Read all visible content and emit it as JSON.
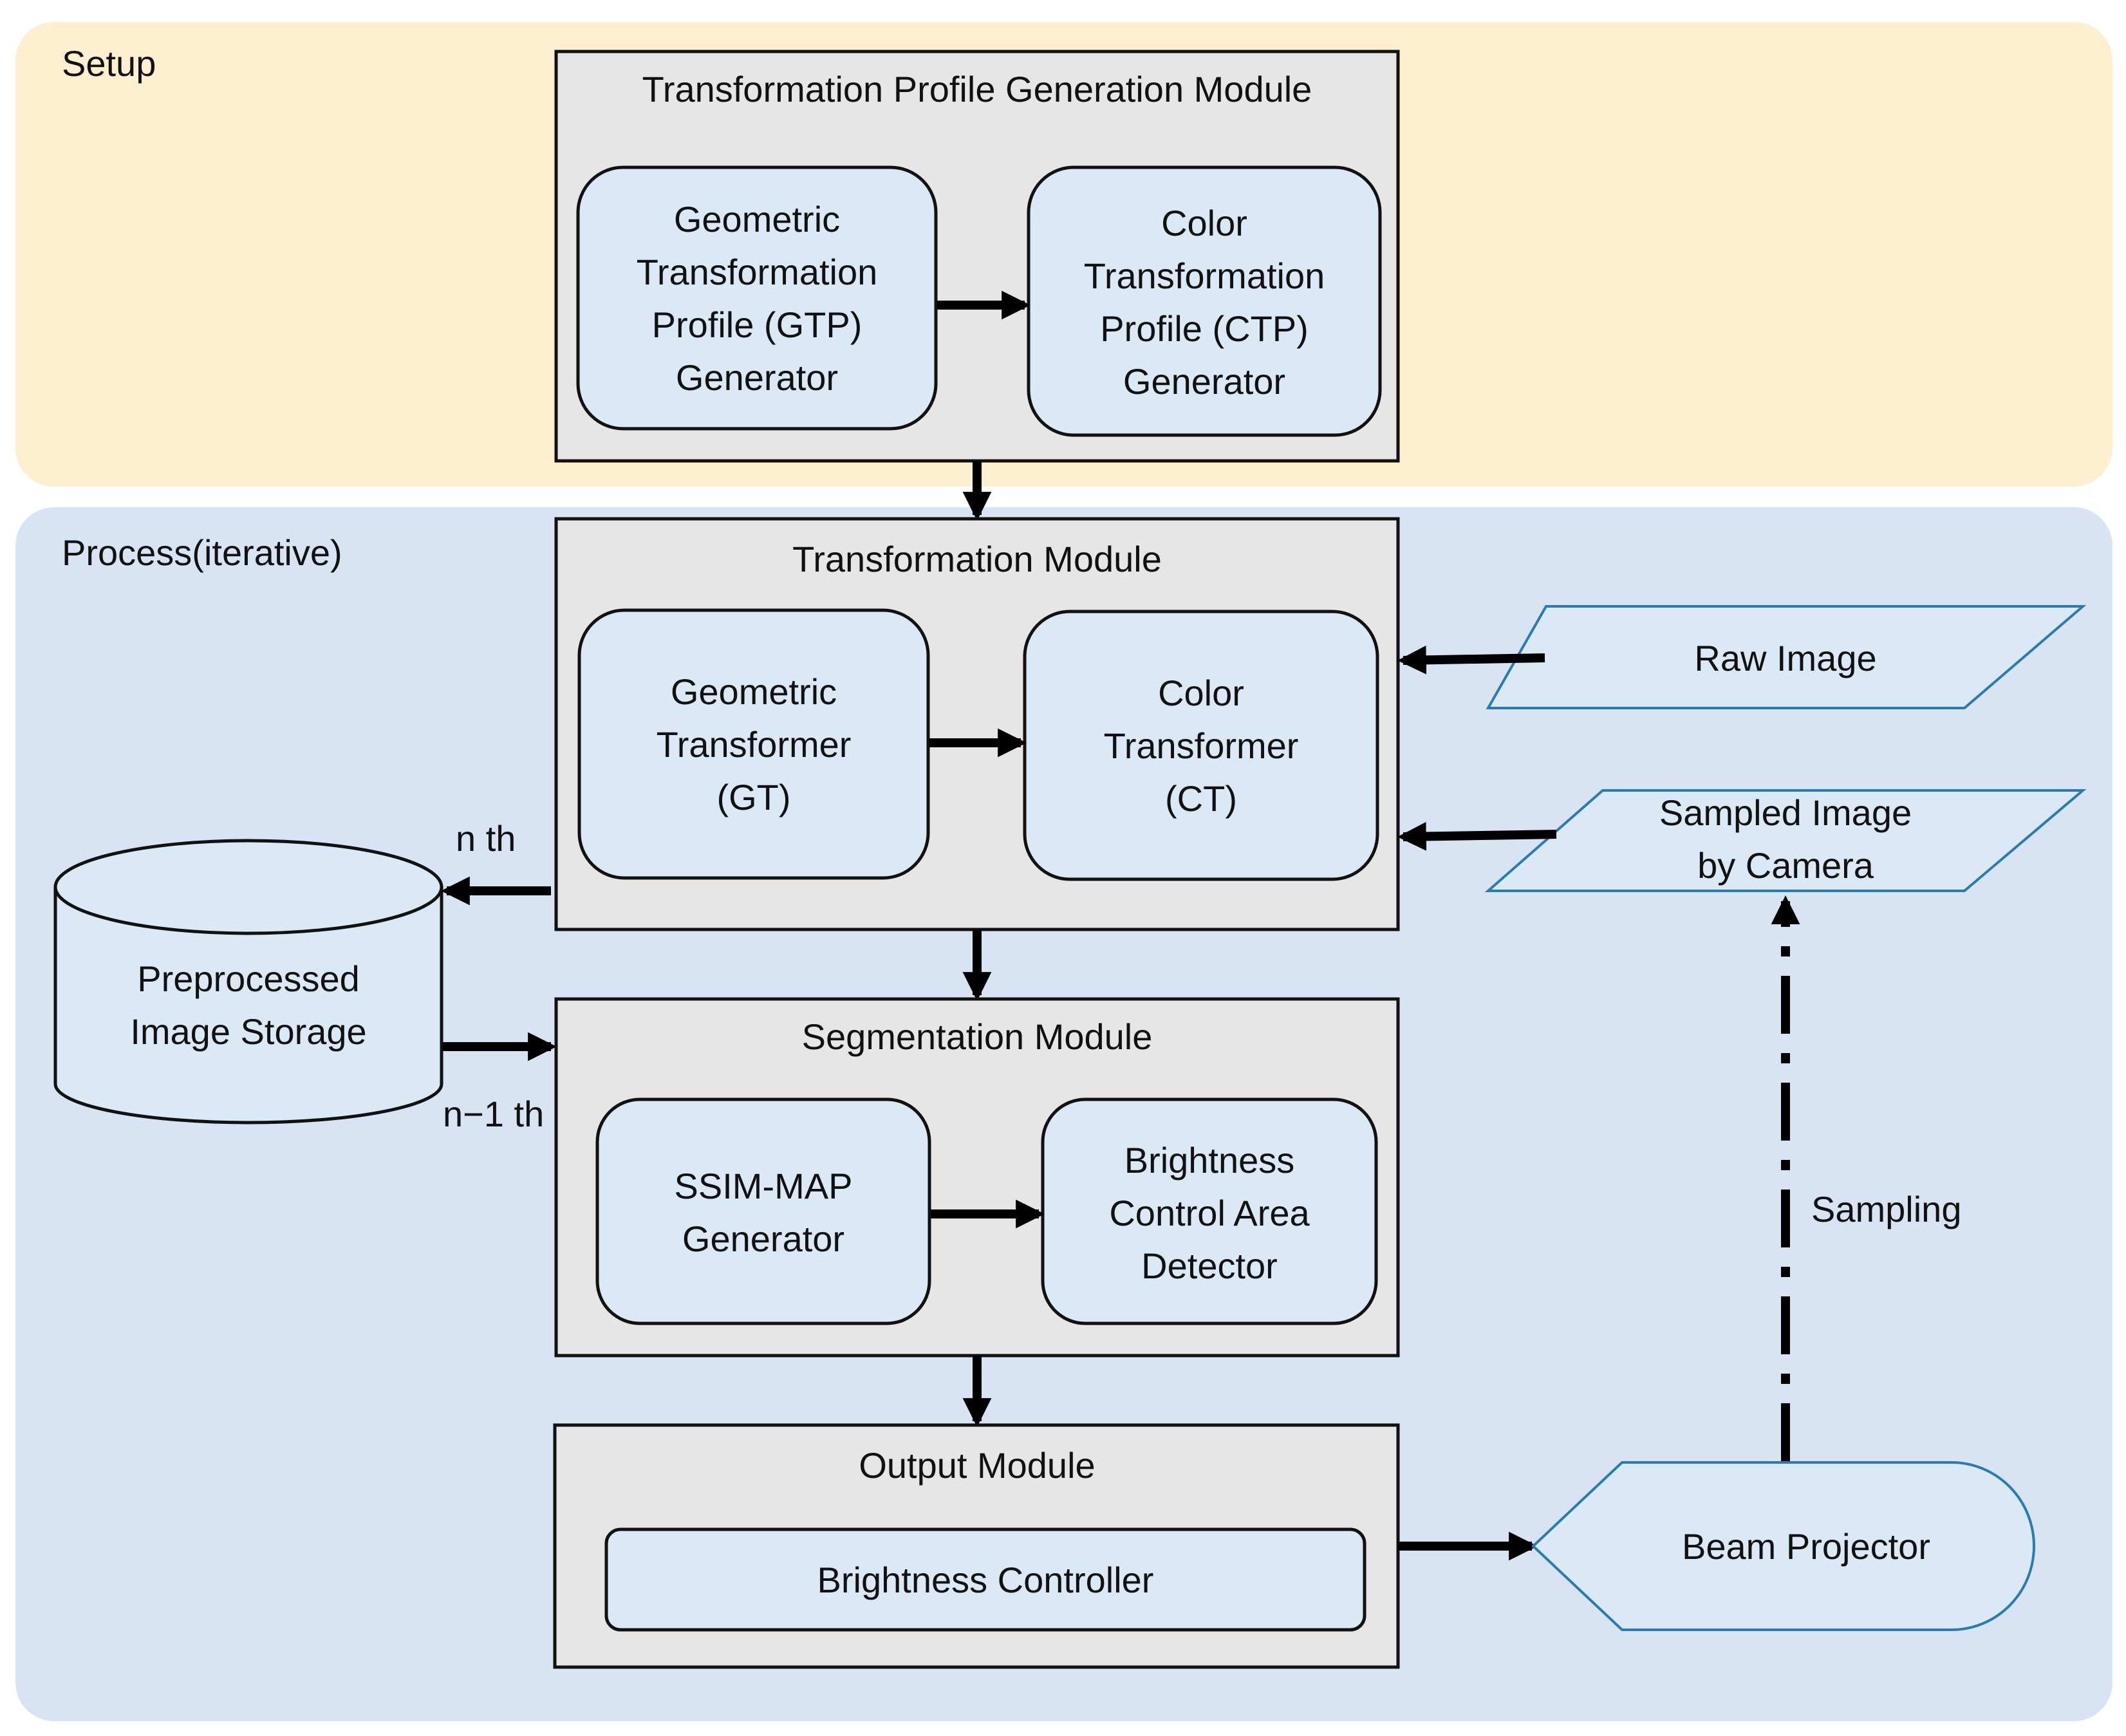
{
  "regions": {
    "setup": "Setup",
    "process": "Process(iterative)"
  },
  "modules": {
    "tpg": {
      "title": "Transformation  Profile Generation Module",
      "gtp_lines": [
        "Geometric",
        "Transformation",
        "Profile (GTP)",
        "Generator"
      ],
      "ctp_lines": [
        "Color",
        "Transformation",
        "Profile (CTP)",
        "Generator"
      ]
    },
    "transformation": {
      "title": "Transformation Module",
      "gt_lines": [
        "Geometric",
        "Transformer",
        "(GT)"
      ],
      "ct_lines": [
        "Color",
        "Transformer",
        "(CT)"
      ]
    },
    "segmentation": {
      "title": "Segmentation Module",
      "ssim_lines": [
        "SSIM-MAP",
        "Generator"
      ],
      "bcad_lines": [
        "Brightness",
        "Control Area",
        "Detector"
      ]
    },
    "output": {
      "title": "Output Module",
      "controller": "Brightness Controller"
    }
  },
  "inputs": {
    "raw_image": "Raw Image",
    "sampled_lines": [
      "Sampled Image",
      "by Camera"
    ]
  },
  "storage": {
    "lines": [
      "Preprocessed",
      "Image Storage"
    ]
  },
  "projector": "Beam Projector",
  "labels": {
    "nth": "n th",
    "n1th": "n−1 th",
    "sampling": "Sampling"
  }
}
